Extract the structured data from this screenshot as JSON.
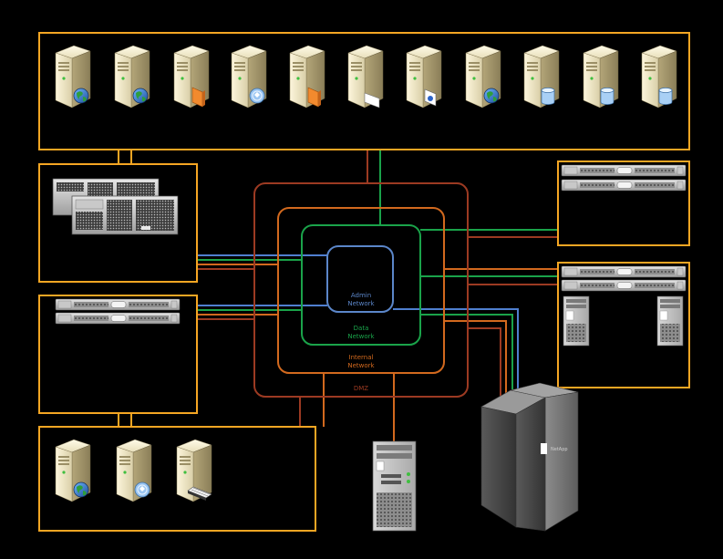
{
  "zones": {
    "admin": {
      "line1": "Admin",
      "line2": "Network",
      "color": "#5b86c9"
    },
    "data": {
      "line1": "Data",
      "line2": "Network",
      "color": "#1aa34a"
    },
    "internal": {
      "line1": "Internal",
      "line2": "Network",
      "color": "#d2691e"
    },
    "dmz": {
      "line1": "DMZ",
      "color": "#9c3a22"
    }
  },
  "colors": {
    "background": "#000000",
    "group_border": "#f5a623",
    "cable_admin": "#4f7fd0",
    "cable_data": "#1aa34a",
    "cable_internal": "#d2691e",
    "cable_dmz": "#9c3a22"
  },
  "storage": {
    "brand": "NetApp"
  },
  "icons": {
    "top_row_servers": [
      "web-server-icon",
      "web-server-icon",
      "application-server-icon",
      "directory-server-icon",
      "application-server-icon",
      "file-server-icon",
      "print-server-icon",
      "web-server-icon",
      "database-server-icon",
      "database-server-icon",
      "database-server-icon"
    ],
    "bottom_row_servers": [
      "web-server-icon",
      "directory-server-icon",
      "data-entry-server-icon"
    ],
    "hardware": [
      "tower-rack-server-icon",
      "rack-1u-server-icon",
      "tower-workstation-icon",
      "netapp-storage-cabinet-icon"
    ]
  }
}
